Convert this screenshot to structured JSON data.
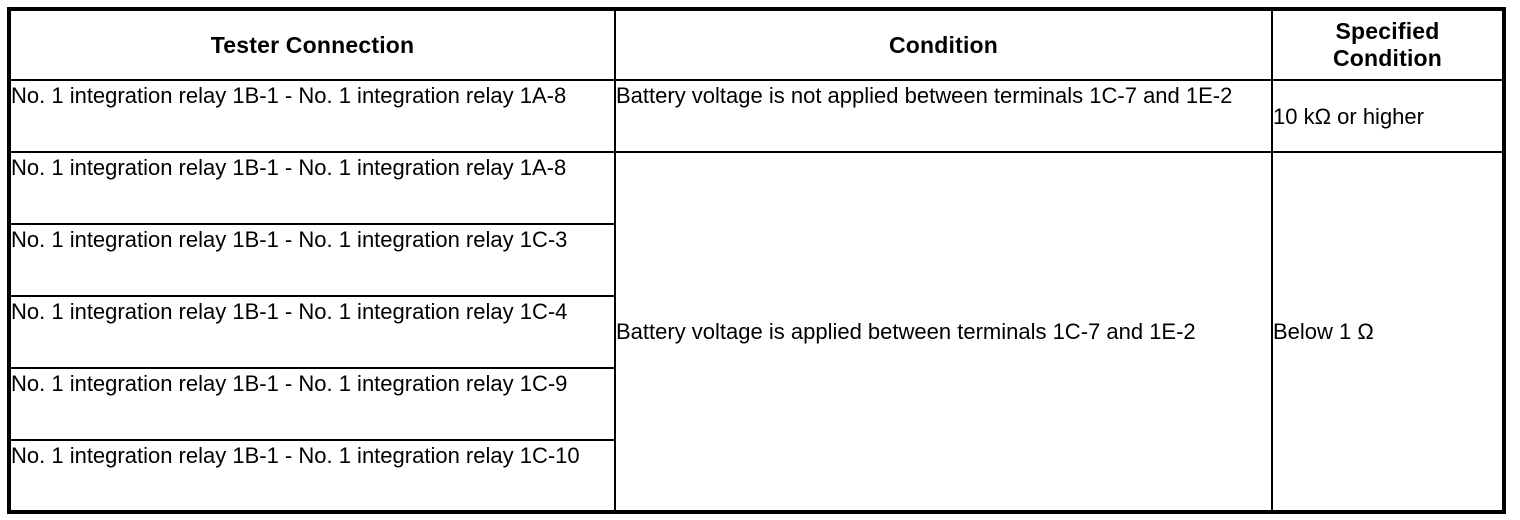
{
  "table": {
    "columns": [
      {
        "key": "tester_connection",
        "header": "Tester Connection"
      },
      {
        "key": "condition",
        "header": "Condition"
      },
      {
        "key": "specified_condition",
        "header": "Specified\nCondition"
      }
    ],
    "rows": [
      {
        "tester_connection": "No. 1 integration relay 1B-1 - No. 1 integration relay 1A-8",
        "condition": "Battery voltage is not applied between terminals 1C-7 and 1E-2",
        "specified_condition": "10 kΩ or higher"
      },
      {
        "tester_connection": "No. 1 integration relay 1B-1 - No. 1 integration relay 1A-8",
        "condition": "Battery voltage is applied between terminals 1C-7 and 1E-2",
        "specified_condition": "Below 1 Ω"
      },
      {
        "tester_connection": "No. 1 integration relay 1B-1 - No. 1 integration relay 1C-3"
      },
      {
        "tester_connection": "No. 1 integration relay 1B-1 - No. 1 integration relay 1C-4"
      },
      {
        "tester_connection": "No. 1 integration relay 1B-1 - No. 1 integration relay 1C-9"
      },
      {
        "tester_connection": "No. 1 integration relay 1B-1 - No. 1 integration relay 1C-10"
      }
    ]
  }
}
